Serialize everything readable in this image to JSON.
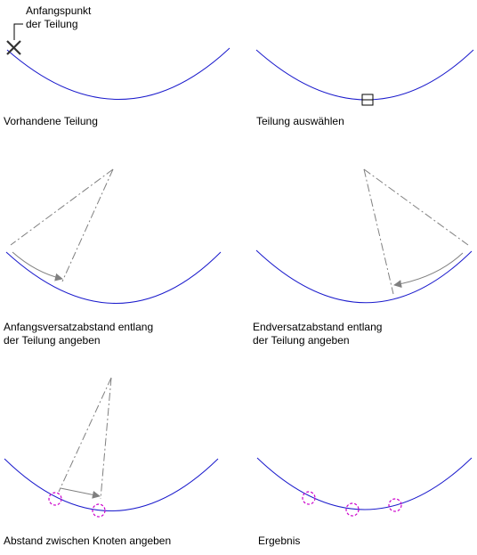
{
  "callout": {
    "line1": "Anfangspunkt",
    "line2": "der Teilung"
  },
  "captions": {
    "panel1": "Vorhandene Teilung",
    "panel2": "Teilung auswählen",
    "panel3_line1": "Anfangsversatzabstand entlang",
    "panel3_line2": "der Teilung angeben",
    "panel4_line1": "Endversatzabstand entlang",
    "panel4_line2": "der Teilung angeben",
    "panel5": "Abstand zwischen Knoten angeben",
    "panel6": "Ergebnis"
  },
  "colors": {
    "arc": "#1a1acc",
    "construction": "#808080",
    "node": "#cc00cc",
    "text": "#000000"
  }
}
